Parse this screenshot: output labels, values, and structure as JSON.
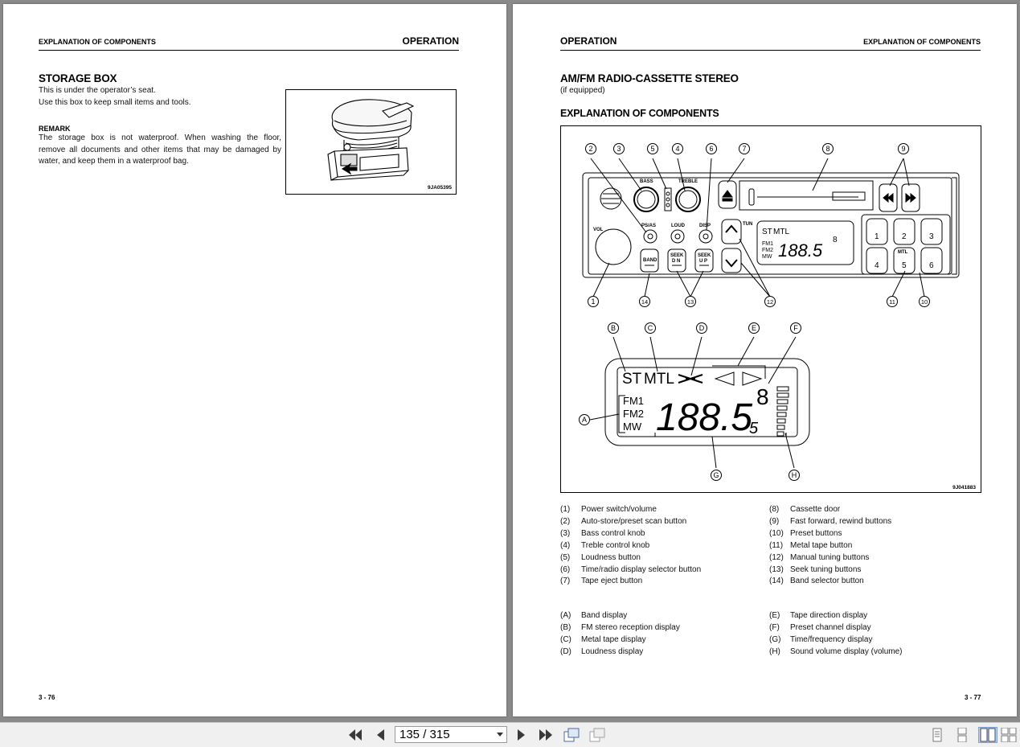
{
  "left_page": {
    "header_left": "EXPLANATION OF COMPONENTS",
    "header_right": "OPERATION",
    "title": "STORAGE BOX",
    "line1": "This is under the operator’s seat.",
    "line2": "Use this box to keep small items and tools.",
    "remark_heading": "REMARK",
    "remark_lines": [
      "The storage box is not waterproof.  When washing the floor,",
      "remove all documents and other items that may be damaged by",
      "water, and keep them in a waterproof bag."
    ],
    "figure_code": "9JA05395",
    "page_number": "3 - 76"
  },
  "right_page": {
    "header_left": "OPERATION",
    "header_right": "EXPLANATION OF COMPONENTS",
    "title": "AM/FM RADIO-CASSETTE STEREO",
    "subtitle": "(if equipped)",
    "section_title": "EXPLANATION OF COMPONENTS",
    "figure_code": "9J041883",
    "page_number": "3 - 77",
    "figure_labels": {
      "bass": "BASS",
      "treble": "TREBLE",
      "vol": "VOL",
      "ps_as": "PS/AS",
      "loud": "LOUD",
      "disp": "DISP",
      "tun": "TUN",
      "band": "BAND",
      "seek_dn_1": "SEEK",
      "seek_dn_2": "D N",
      "seek_up_1": "SEEK",
      "seek_up_2": "U P",
      "mtl": "MTL",
      "st": "ST",
      "mtl_disp": "MTL",
      "fm1": "FM1",
      "fm2": "FM2",
      "mw": "MW",
      "freq": "188.5",
      "freq_small": "5",
      "preset": "8"
    },
    "component_callouts": [
      "1",
      "2",
      "3",
      "4",
      "5",
      "6",
      "7",
      "8",
      "9",
      "10",
      "11",
      "12",
      "13",
      "14"
    ],
    "display_callouts": [
      "A",
      "B",
      "C",
      "D",
      "E",
      "F",
      "G",
      "H"
    ],
    "components_left": [
      {
        "num": "(1)",
        "label": "Power switch/volume"
      },
      {
        "num": "(2)",
        "label": "Auto-store/preset scan button"
      },
      {
        "num": "(3)",
        "label": "Bass control knob"
      },
      {
        "num": "(4)",
        "label": "Treble control knob"
      },
      {
        "num": "(5)",
        "label": "Loudness button"
      },
      {
        "num": "(6)",
        "label": "Time/radio display selector button"
      },
      {
        "num": "(7)",
        "label": "Tape eject button"
      }
    ],
    "components_right": [
      {
        "num": "(8)",
        "label": "Cassette door"
      },
      {
        "num": "(9)",
        "label": "Fast forward, rewind buttons"
      },
      {
        "num": "(10)",
        "label": "Preset buttons"
      },
      {
        "num": "(11)",
        "label": "Metal tape button"
      },
      {
        "num": "(12)",
        "label": "Manual tuning buttons"
      },
      {
        "num": "(13)",
        "label": "Seek tuning buttons"
      },
      {
        "num": "(14)",
        "label": "Band selector button"
      }
    ],
    "displays_left": [
      {
        "num": "(A)",
        "label": "Band display"
      },
      {
        "num": "(B)",
        "label": "FM stereo reception display"
      },
      {
        "num": "(C)",
        "label": "Metal tape display"
      },
      {
        "num": "(D)",
        "label": "Loudness display"
      }
    ],
    "displays_right": [
      {
        "num": "(E)",
        "label": "Tape direction display"
      },
      {
        "num": "(F)",
        "label": "Preset channel display"
      },
      {
        "num": "(G)",
        "label": "Time/frequency display"
      },
      {
        "num": "(H)",
        "label": "Sound volume display (volume)"
      }
    ]
  },
  "toolbar": {
    "current_page": "135",
    "separator": " / ",
    "total_pages": "315",
    "page_value": "135 / 315",
    "icons": [
      "first-page-icon",
      "prev-page-icon",
      "next-page-icon",
      "last-page-icon",
      "fit-page-icon",
      "fit-width-icon",
      "single-page-view-icon",
      "continuous-view-icon",
      "two-page-view-icon",
      "two-page-continuous-view-icon"
    ]
  }
}
